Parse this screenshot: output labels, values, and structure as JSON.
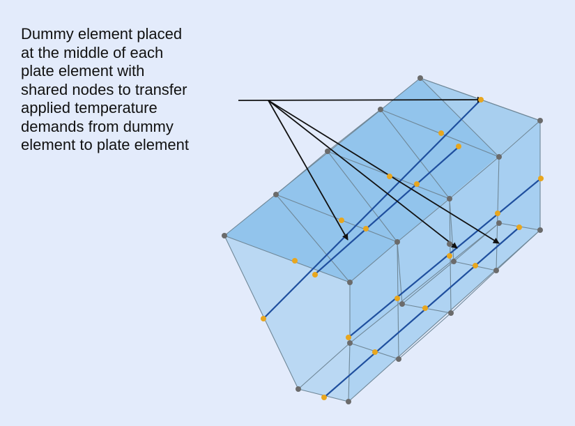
{
  "annotation": {
    "lines": [
      "Dummy element placed",
      "at the middle of each",
      "plate element with",
      "shared nodes to transfer",
      "applied temperature",
      "demands from dummy",
      "element to plate element"
    ]
  },
  "colors": {
    "background": "#e3ebfb",
    "plate_fill_dark": "#8dc2eb",
    "plate_fill_light": "#b7d7f2",
    "mesh_edge": "#6f8797",
    "dummy_element_line": "#1f4f9e",
    "corner_node": "#6b6b6b",
    "mid_node": "#e8a61e",
    "arrow": "#111111"
  }
}
